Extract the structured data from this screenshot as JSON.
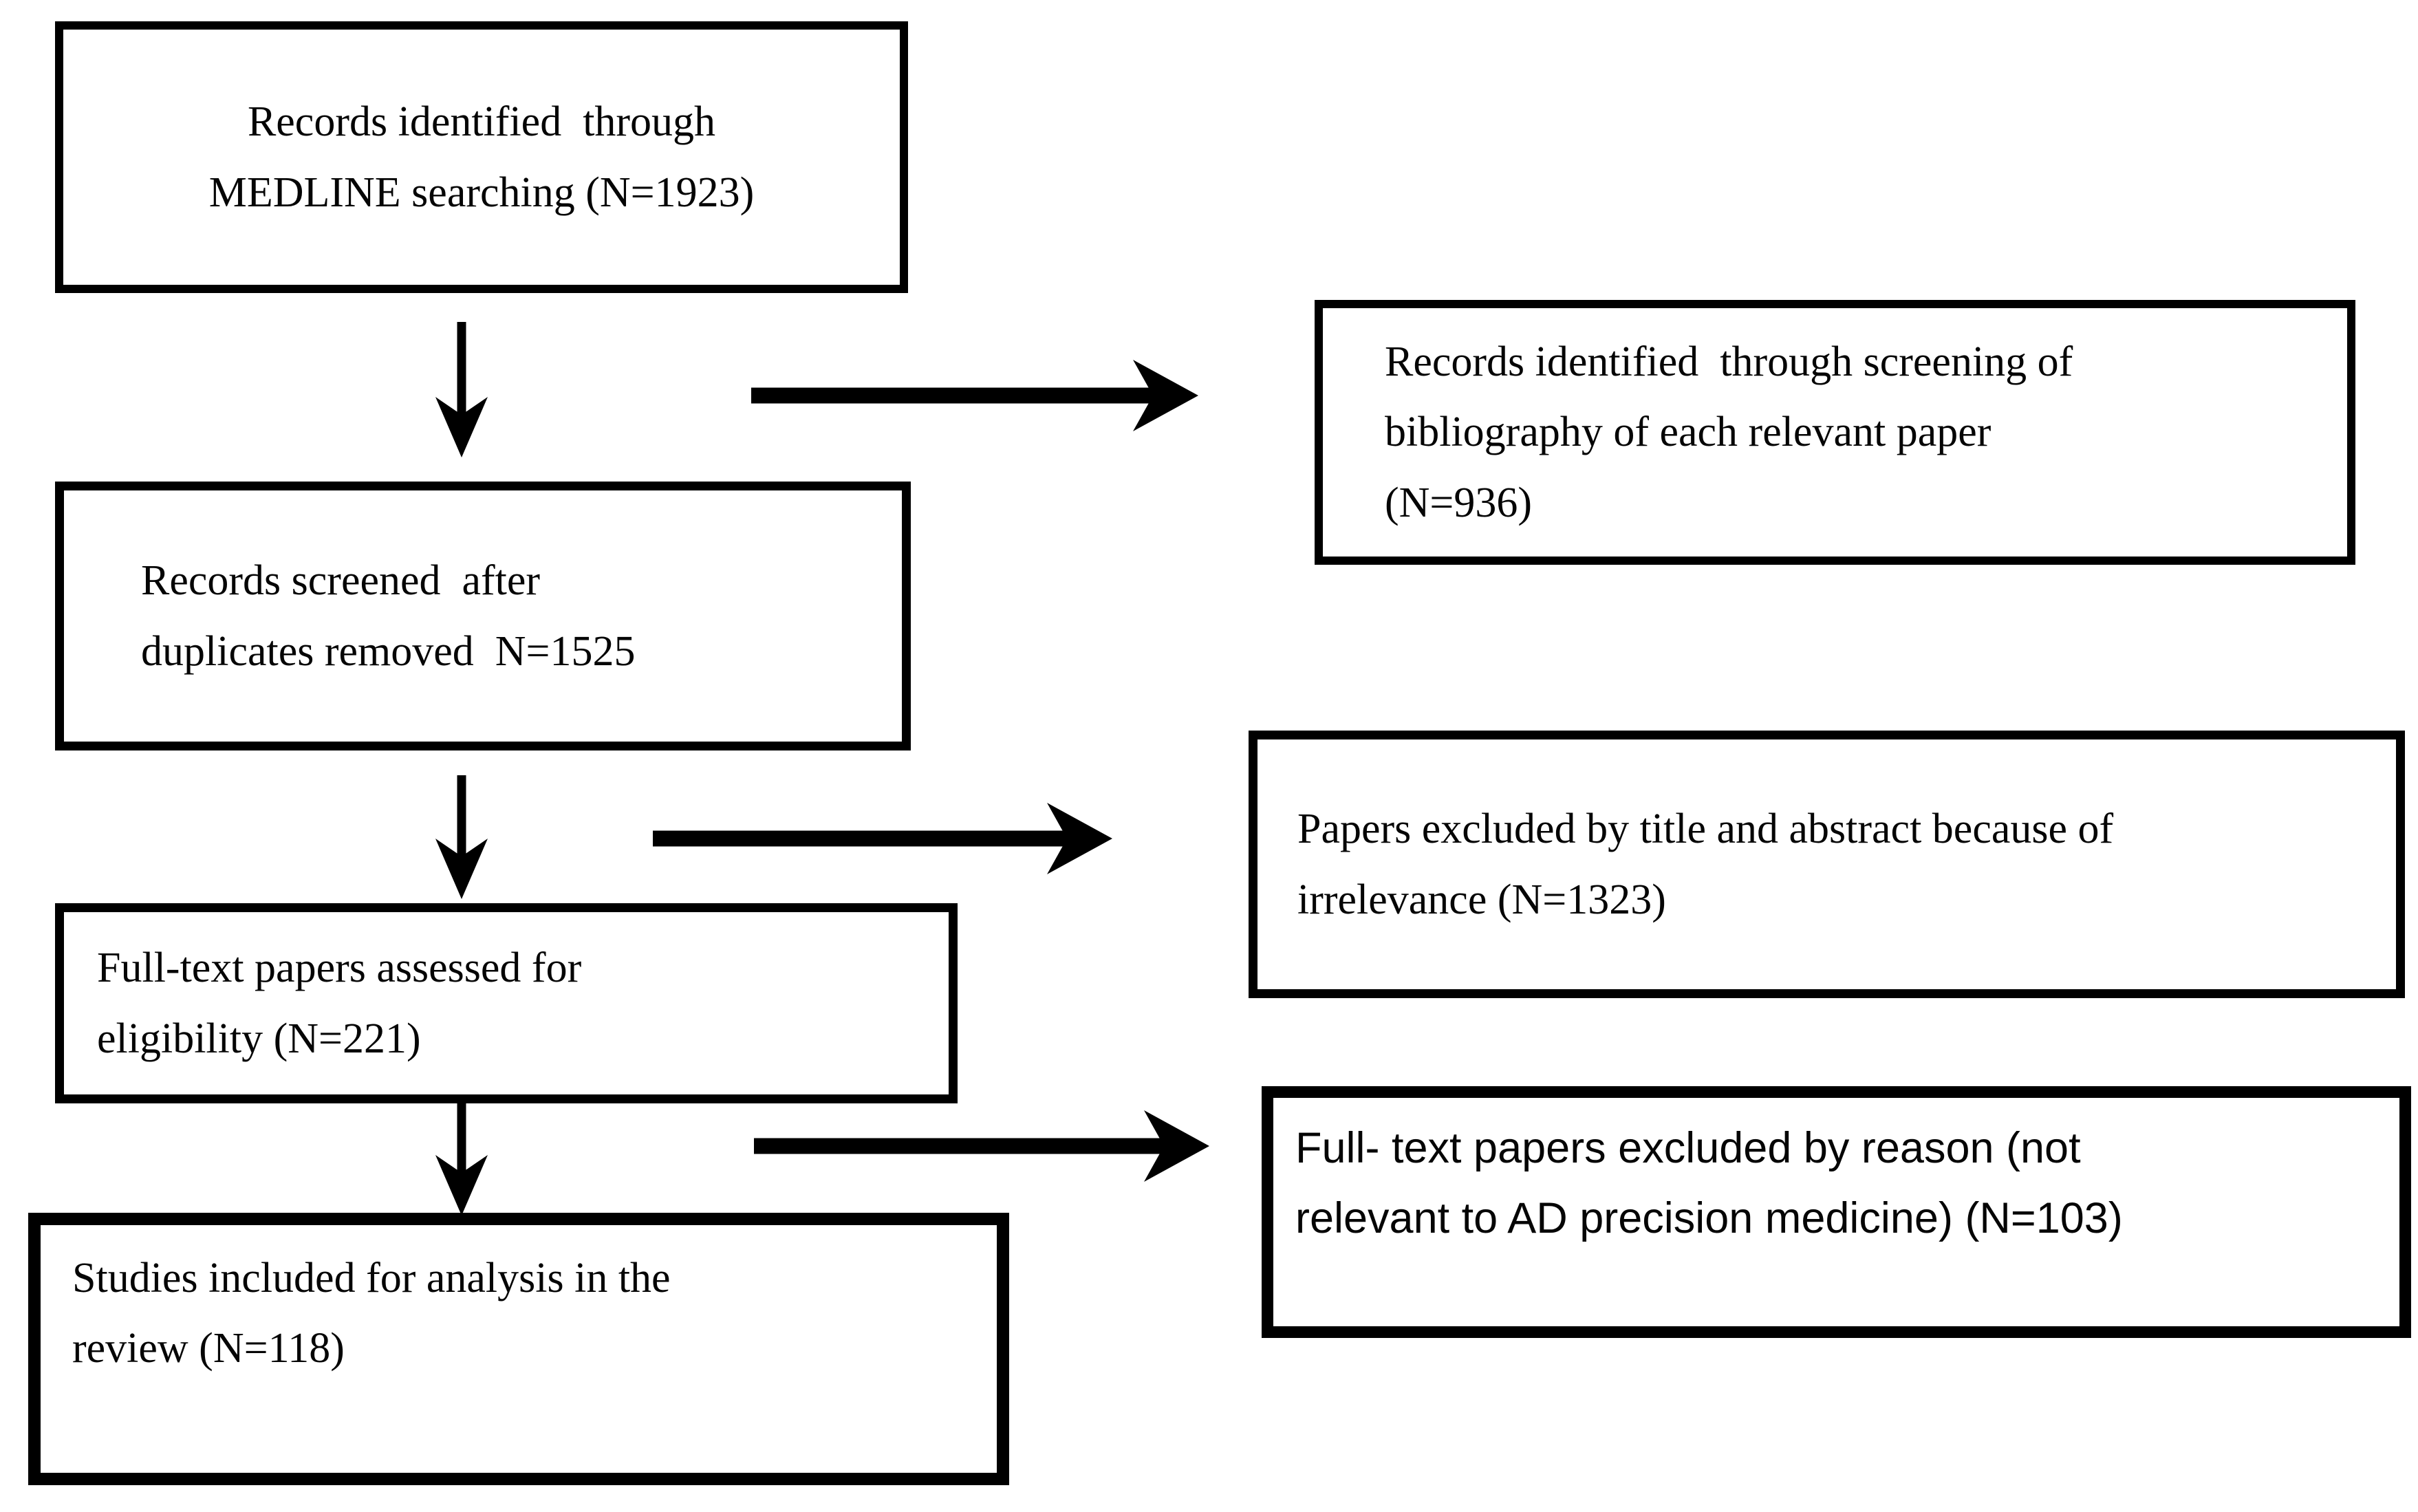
{
  "page": {
    "background": "#ffffff",
    "ink": "#000000",
    "description": "Study selection flow diagram (PRISMA-style)"
  },
  "boxes": {
    "medline": {
      "lines": [
        "Records identified  through",
        "MEDLINE searching (N=1923)"
      ]
    },
    "biblio": {
      "lines": [
        "Records identified  through screening of",
        "bibliography of each relevant paper",
        "(N=936)"
      ]
    },
    "screened": {
      "lines": [
        "Records screened  after",
        "duplicates removed  N=1525"
      ]
    },
    "excluded_title": {
      "lines": [
        "Papers excluded by title and abstract because of",
        "irrelevance (N=1323)"
      ]
    },
    "fulltext": {
      "lines": [
        "Full-text papers assessed for",
        "eligibility (N=221)"
      ]
    },
    "excluded_fulltext": {
      "lines": [
        "Full- text papers excluded by reason (not",
        "relevant to AD precision medicine) (N=103)"
      ]
    },
    "included": {
      "lines": [
        "Studies included for analysis in the",
        "review (N=118)"
      ]
    }
  },
  "flows": [
    {
      "from": "medline",
      "to": "screened",
      "direction": "down"
    },
    {
      "from": "medline",
      "to": "biblio",
      "direction": "right"
    },
    {
      "from": "screened",
      "to": "fulltext",
      "direction": "down"
    },
    {
      "from": "screened",
      "to": "excluded_title",
      "direction": "right"
    },
    {
      "from": "fulltext",
      "to": "included",
      "direction": "down"
    },
    {
      "from": "fulltext",
      "to": "excluded_fulltext",
      "direction": "right"
    }
  ]
}
